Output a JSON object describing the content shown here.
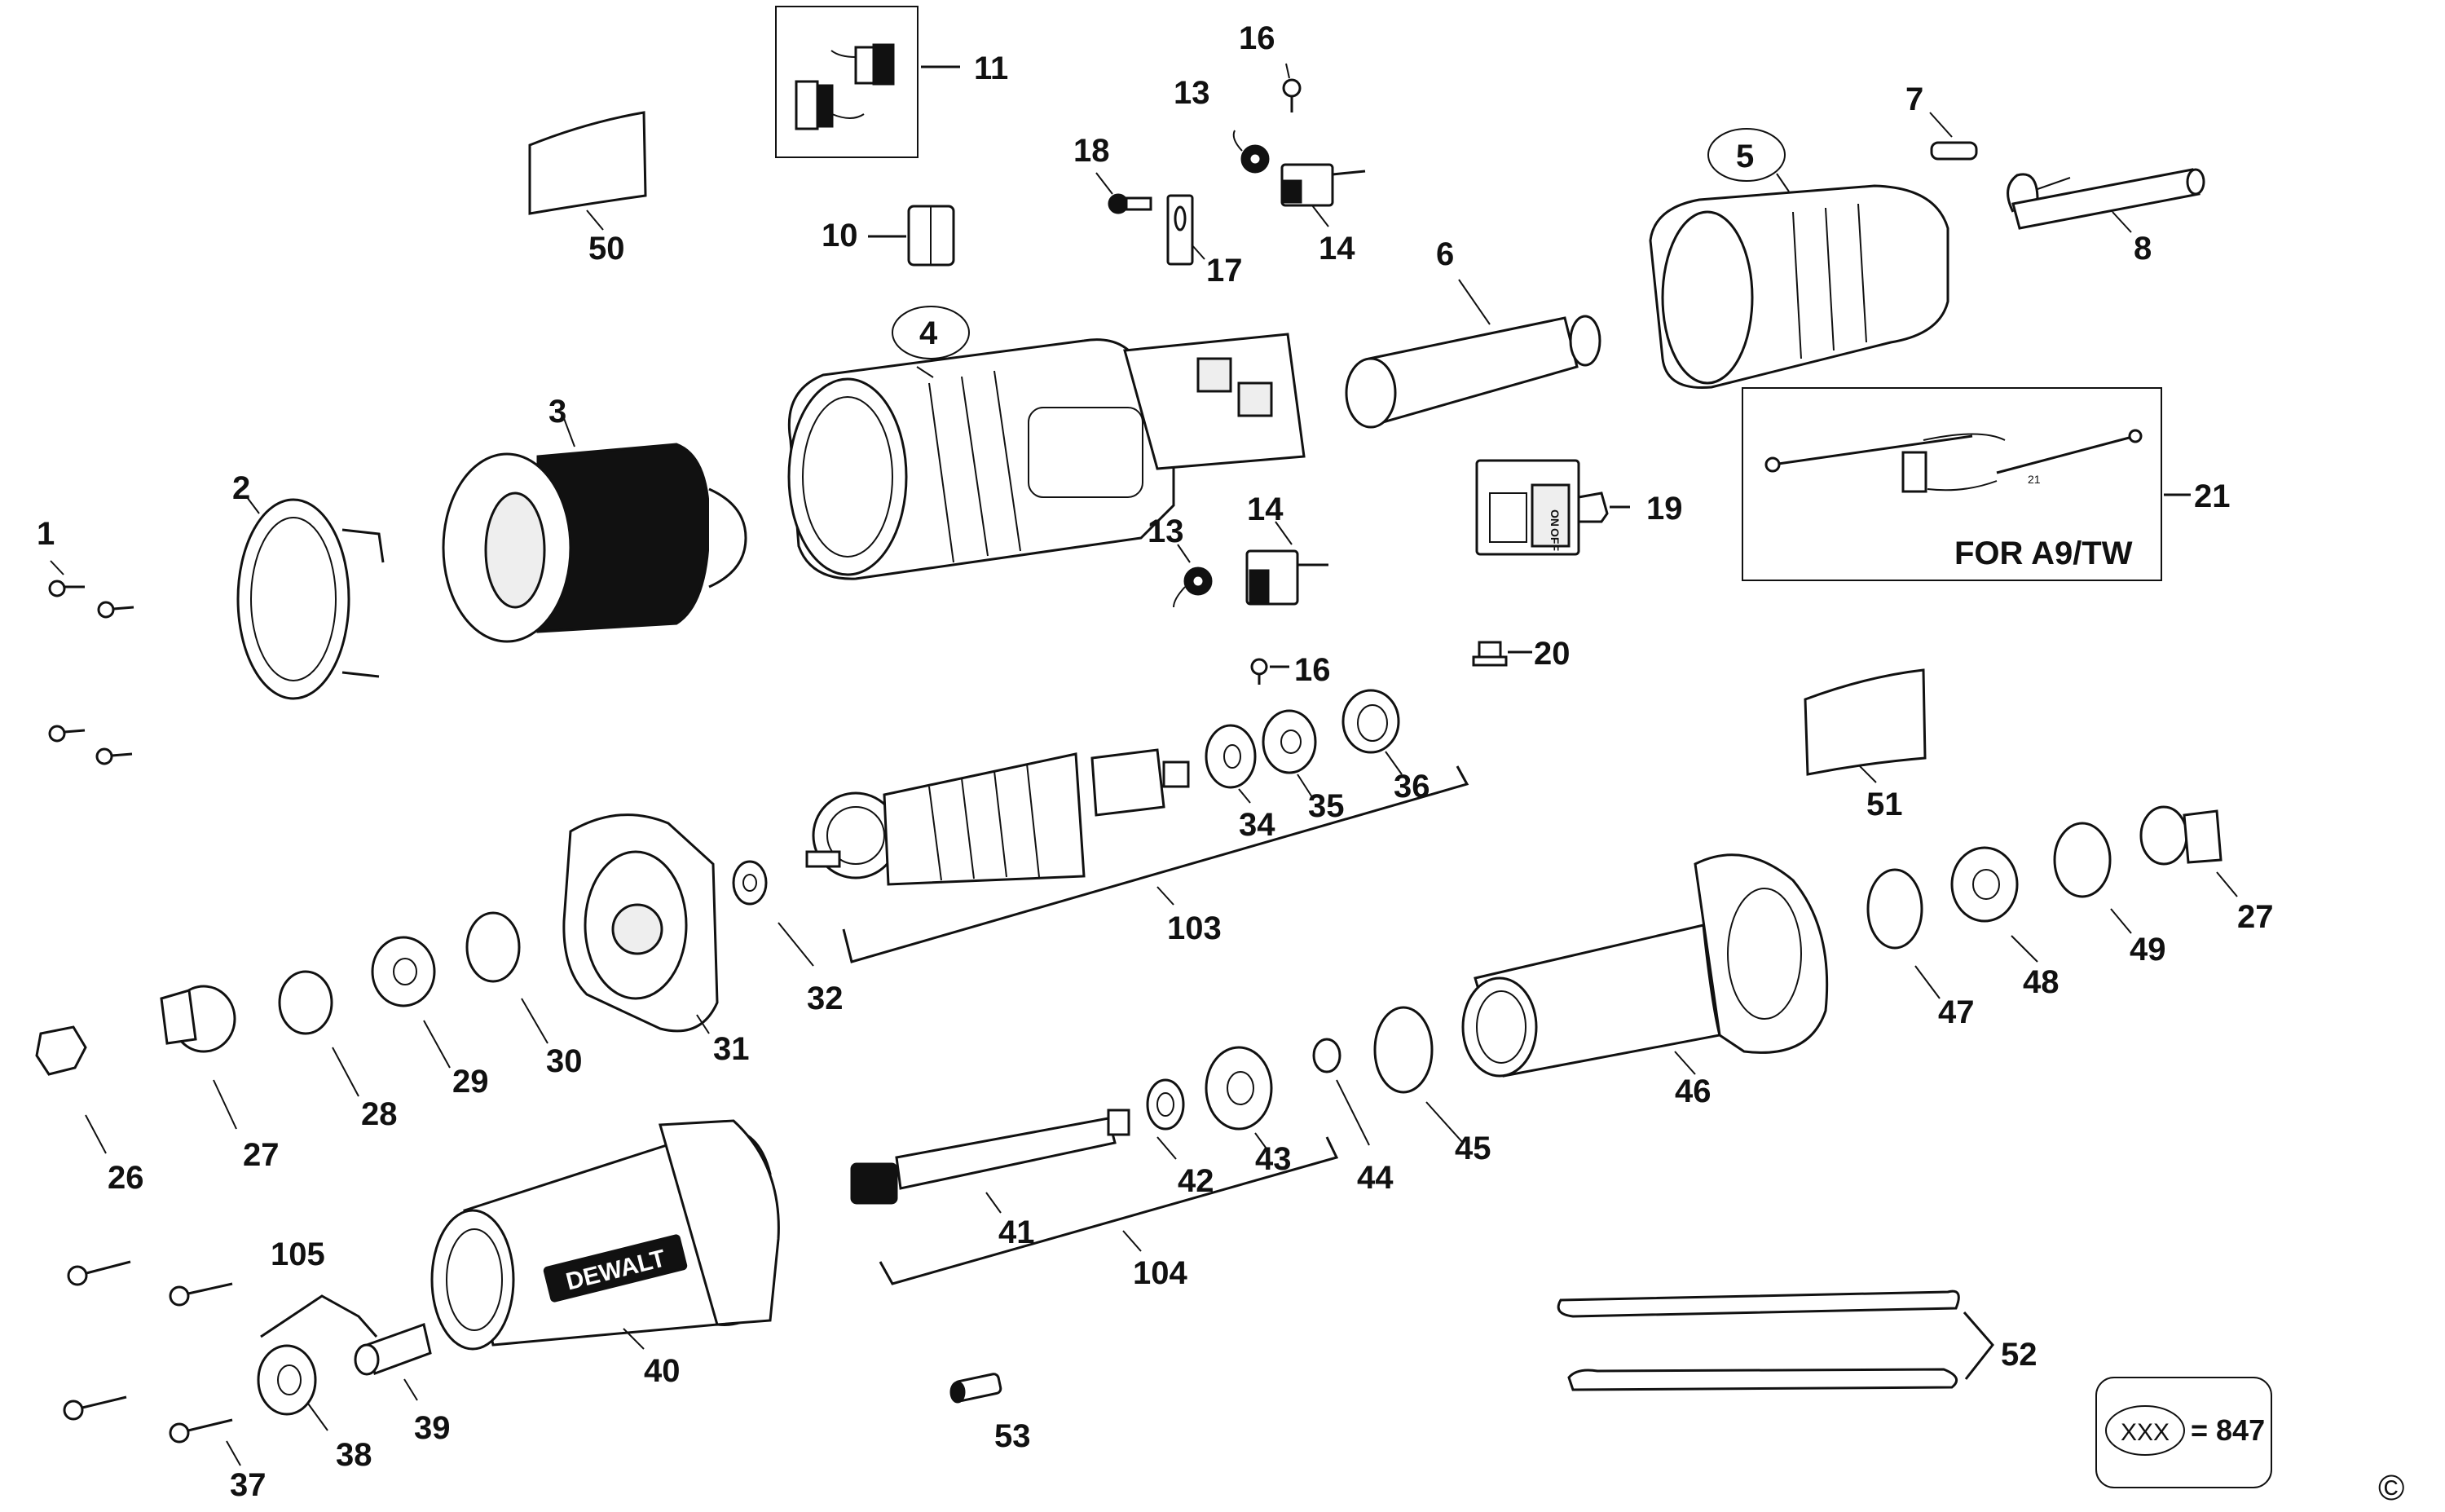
{
  "callouts": {
    "c1": "1",
    "c2": "2",
    "c3": "3",
    "c4": "4",
    "c5": "5",
    "c6": "6",
    "c7": "7",
    "c8": "8",
    "c10": "10",
    "c11": "11",
    "c13a": "13",
    "c13b": "13",
    "c14a": "14",
    "c14b": "14",
    "c16a": "16",
    "c16b": "16",
    "c17": "17",
    "c18": "18",
    "c19": "19",
    "c20": "20",
    "c21": "21",
    "c26": "26",
    "c27a": "27",
    "c27b": "27",
    "c28": "28",
    "c29": "29",
    "c30": "30",
    "c31": "31",
    "c32": "32",
    "c34": "34",
    "c35": "35",
    "c36": "36",
    "c37": "37",
    "c38": "38",
    "c39": "39",
    "c40": "40",
    "c41": "41",
    "c42": "42",
    "c43": "43",
    "c44": "44",
    "c45": "45",
    "c46": "46",
    "c47": "47",
    "c48": "48",
    "c49": "49",
    "c50": "50",
    "c51": "51",
    "c52": "52",
    "c53": "53",
    "c103": "103",
    "c104": "104",
    "c105": "105"
  },
  "inset": {
    "label": "FOR A9/TW",
    "inner_label": "21"
  },
  "switch_marks": {
    "on": "ON",
    "off": "OFF"
  },
  "brand": {
    "housing_text": "DEWALT"
  },
  "legend": {
    "symbol": "XXX",
    "equals": "= 847"
  },
  "copyright": "©"
}
